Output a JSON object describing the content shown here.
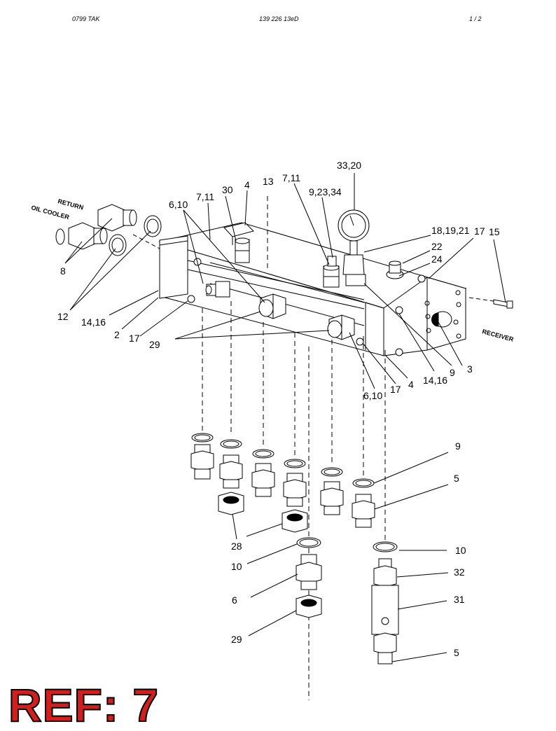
{
  "header": {
    "left": "0799   TAK",
    "center": "139 226 13eD",
    "right": "1 / 2"
  },
  "diagram": {
    "callouts": [
      "33,20",
      "4",
      "13",
      "7,11",
      "30",
      "7,11",
      "9,23,34",
      "6,10",
      "18,19,21",
      "17",
      "15",
      "22",
      "24",
      "8",
      "12",
      "14,16",
      "2",
      "17",
      "29",
      "9",
      "3",
      "14,16",
      "4",
      "17",
      "6,10",
      "9",
      "5",
      "28",
      "10",
      "10",
      "32",
      "6",
      "31",
      "29",
      "5"
    ],
    "side_labels": [
      "RETURN",
      "OIL COOLER",
      "RECEIVER"
    ]
  },
  "ref_label": "REF: 7",
  "colors": {
    "ref_fill": "#d01f1f",
    "ref_outline": "#000000",
    "line": "#000000"
  }
}
